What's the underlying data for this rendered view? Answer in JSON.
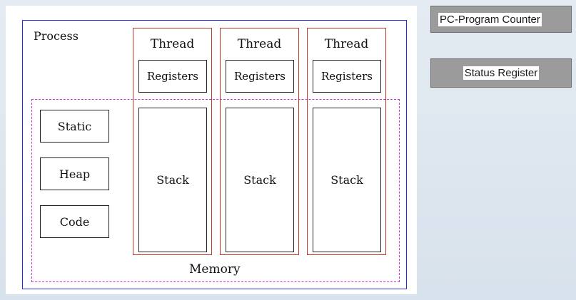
{
  "diagram": {
    "process_label": "Process",
    "memory_label": "Memory",
    "segments": [
      "Static",
      "Heap",
      "Code"
    ],
    "threads": [
      {
        "label": "Thread",
        "registers": "Registers",
        "stack": "Stack"
      },
      {
        "label": "Thread",
        "registers": "Registers",
        "stack": "Stack"
      },
      {
        "label": "Thread",
        "registers": "Registers",
        "stack": "Stack"
      }
    ]
  },
  "side_labels": {
    "pc": "PC-Program Counter",
    "status": "Status Register"
  },
  "colors": {
    "process_border": "#2a2adf",
    "memory_border": "#cc33cc",
    "thread_border": "#c0392b",
    "side_box_fill": "#9b9b9b"
  }
}
